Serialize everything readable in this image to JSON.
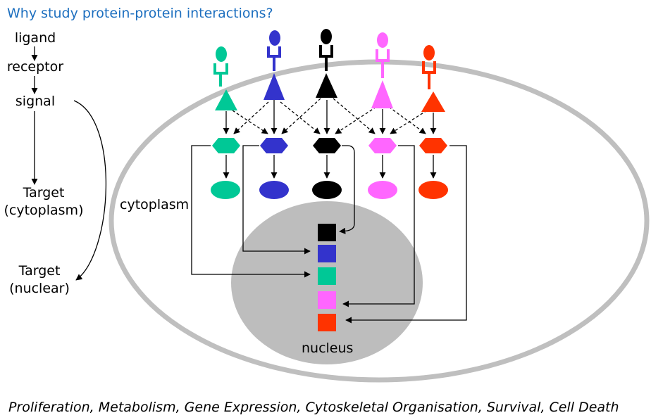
{
  "title": "Why study protein-protein interactions?",
  "pathway": {
    "ligand": "ligand",
    "receptor": "receptor",
    "signal": "signal",
    "target_cytoplasm_line1": "Target",
    "target_cytoplasm_line2": "(cytoplasm)",
    "target_nuclear_line1": "Target",
    "target_nuclear_line2": "(nuclear)"
  },
  "cell": {
    "cytoplasm_label": "cytoplasm",
    "nucleus_label": "nucleus"
  },
  "outcomes": "Proliferation, Metabolism, Gene Expression, Cytoskeletal Organisation, Survival, Cell Death",
  "colors": {
    "title": "#1d6fbf",
    "cell_membrane": "#bfbfbf",
    "nucleus": "#bdbdbd",
    "teal": "#00c896",
    "blue": "#3333cc",
    "black": "#000000",
    "pink": "#ff66ff",
    "red": "#ff3300"
  },
  "nuclear_targets_order": [
    "black",
    "blue",
    "teal",
    "pink",
    "red"
  ]
}
